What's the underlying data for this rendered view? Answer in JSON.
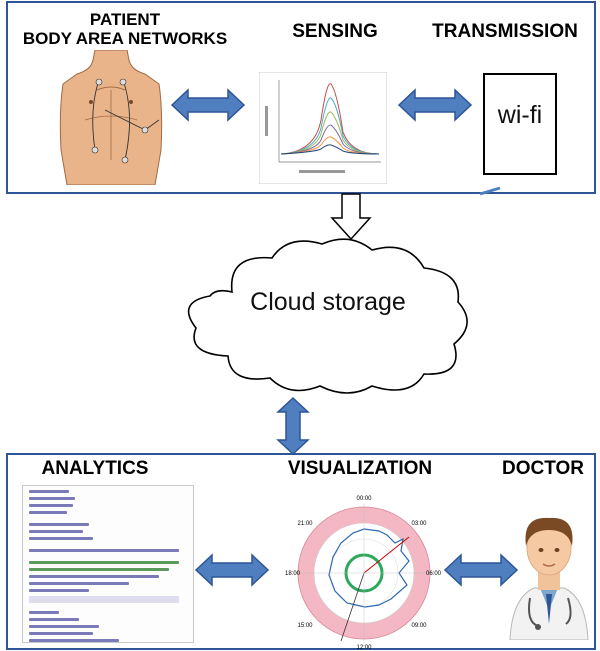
{
  "headings": {
    "patient_line1": "PATIENT",
    "patient_line2": "BODY AREA NETWORKS",
    "sensing": "SENSING",
    "transmission": "TRANSMISSION",
    "analytics": "ANALYTICS",
    "visualization": "VISUALIZATION",
    "doctor": "DOCTOR"
  },
  "transmission_box": {
    "label": "wi-fi"
  },
  "cloud": {
    "label": "Cloud storage"
  },
  "polar_plot": {
    "tick_labels": [
      "00:00",
      "03:00",
      "06:00",
      "09:00",
      "12:00",
      "15:00",
      "18:00",
      "21:00"
    ]
  },
  "colors": {
    "panel_border": "#2f5597",
    "arrow_fill": "#4f7fbf",
    "arrow_stroke": "#2f5597",
    "polar_ring": "#f4b8c4",
    "polar_trace": "#2e6ab0",
    "polar_inner_trace": "#2ea85a"
  },
  "icons": [
    "body-figure-icon",
    "voltammogram-icon",
    "cloud-icon",
    "code-document-icon",
    "polar-plot-icon",
    "doctor-avatar-icon"
  ]
}
